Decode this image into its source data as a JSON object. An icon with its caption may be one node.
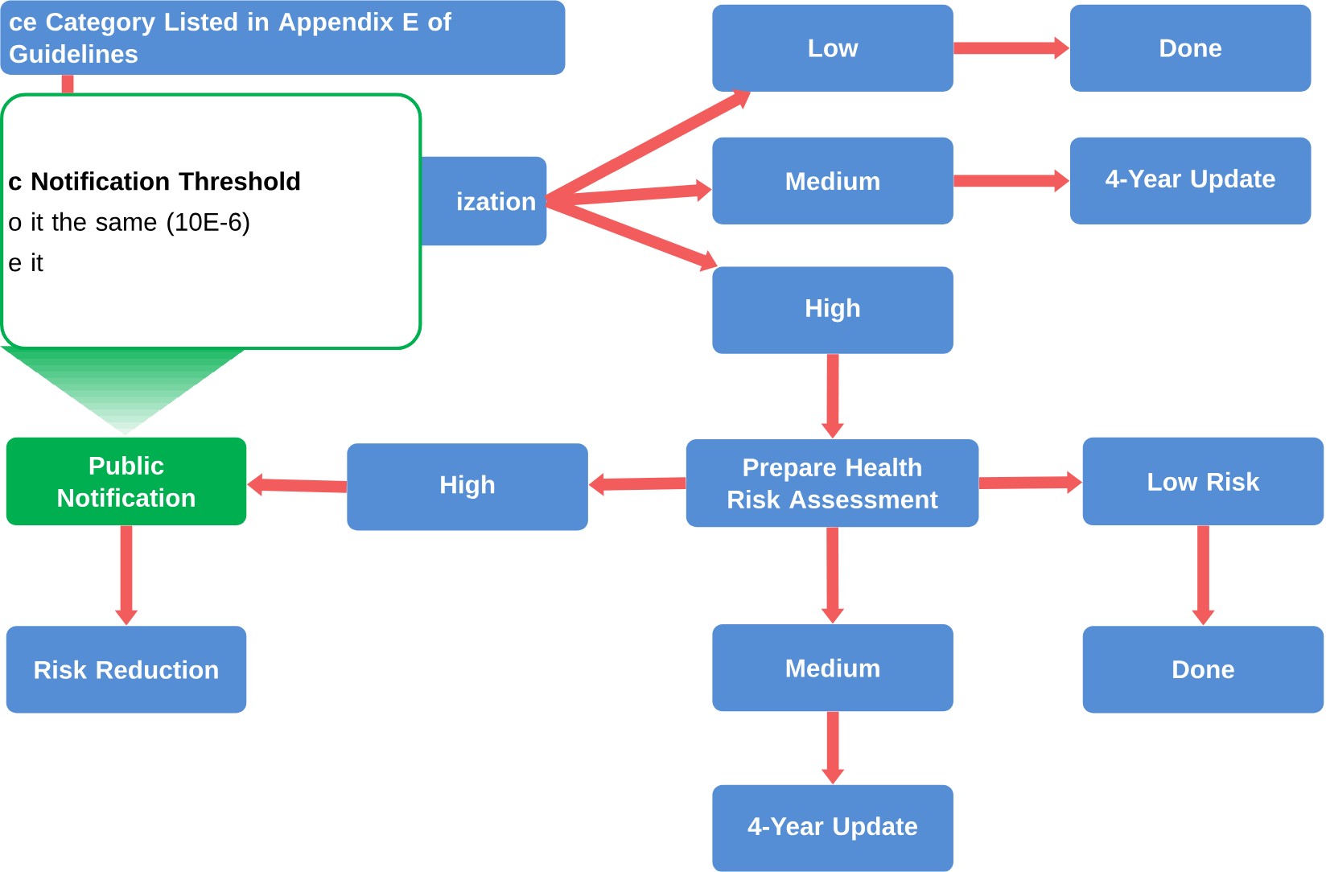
{
  "diagram": {
    "nodes": [
      {
        "text": [
          "ce Category Listed in Appendix E of Guidelines"
        ]
      },
      {
        "text": [
          "ization"
        ]
      },
      {
        "text": [
          "c Notification Threshold",
          "o it the same (10E-6)",
          "e it"
        ]
      },
      {
        "text": [
          "Low"
        ]
      },
      {
        "text": [
          "Done"
        ]
      },
      {
        "text": [
          "Medium"
        ]
      },
      {
        "text": [
          "4-Year Update"
        ]
      },
      {
        "text": [
          "High"
        ]
      },
      {
        "text": [
          "Public Notification"
        ]
      },
      {
        "text": [
          "High"
        ]
      },
      {
        "text": [
          "Prepare Health Risk Assessment"
        ]
      },
      {
        "text": [
          "Low Risk"
        ]
      },
      {
        "text": [
          "Risk Reduction"
        ]
      },
      {
        "text": [
          "Medium"
        ]
      },
      {
        "text": [
          "Done"
        ]
      },
      {
        "text": [
          "4-Year Update"
        ]
      }
    ],
    "edges": [
      {
        "from": 0,
        "to": 2,
        "arrow": "none"
      },
      {
        "from": 1,
        "to": 3,
        "arrow": "to"
      },
      {
        "from": 1,
        "to": 5,
        "arrow": "to"
      },
      {
        "from": 1,
        "to": 7,
        "arrow": "to"
      },
      {
        "from": 3,
        "to": 4,
        "arrow": "to"
      },
      {
        "from": 5,
        "to": 6,
        "arrow": "to"
      },
      {
        "from": 7,
        "to": 10,
        "arrow": "to"
      },
      {
        "from": 10,
        "to": 9,
        "arrow": "to"
      },
      {
        "from": 9,
        "to": 8,
        "arrow": "to"
      },
      {
        "from": 10,
        "to": 11,
        "arrow": "to"
      },
      {
        "from": 10,
        "to": 13,
        "arrow": "to"
      },
      {
        "from": 11,
        "to": 14,
        "arrow": "to"
      },
      {
        "from": 13,
        "to": 15,
        "arrow": "to"
      },
      {
        "from": 8,
        "to": 12,
        "arrow": "to"
      }
    ]
  }
}
